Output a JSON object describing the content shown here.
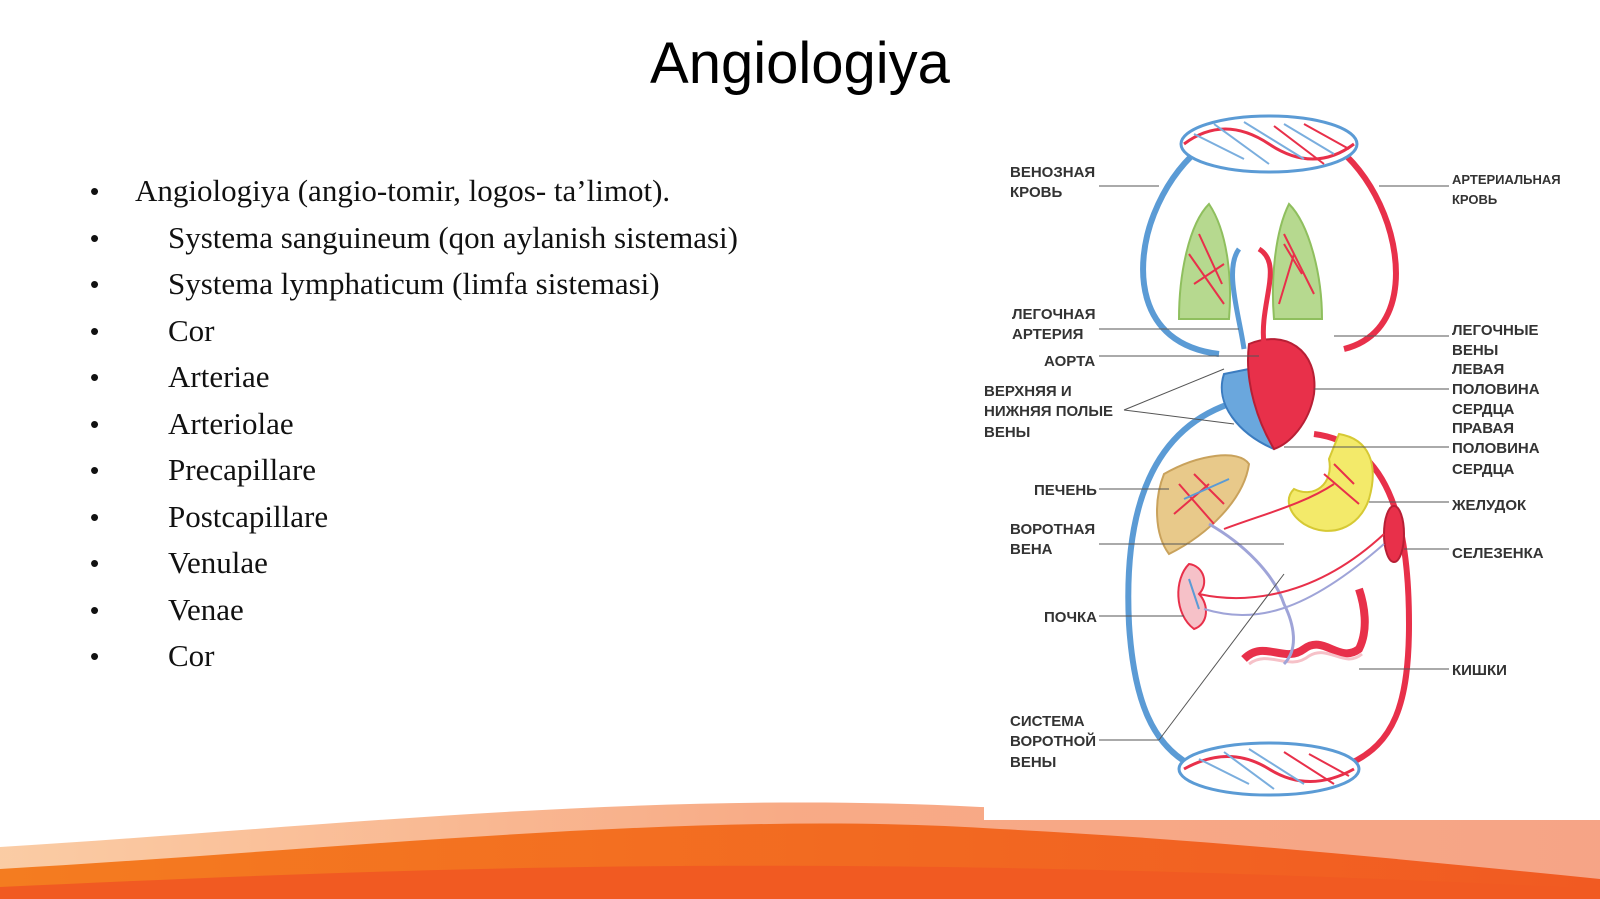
{
  "slide": {
    "title": "Angiologiya",
    "bullets": [
      "Angiologiya (angio-tomir, logos- ta’limot).",
      "Systema sanguineum (qon aylanish sistemasi)",
      "Systema lymphaticum (limfa sistemasi)",
      "Cor",
      "Arteriae",
      "Arteriolae",
      "Precapillare",
      "Postcapillare",
      "Venulae",
      "Venae",
      "Cor"
    ]
  },
  "diagram": {
    "labels": {
      "venous_blood": [
        "ВЕНОЗНАЯ",
        "КРОВЬ"
      ],
      "arterial_blood": [
        "АРТЕРИАЛЬНАЯ",
        "КРОВЬ"
      ],
      "pulmonary_artery": [
        "ЛЕГОЧНАЯ",
        "АРТЕРИЯ"
      ],
      "aorta": [
        "АОРТА"
      ],
      "venae_cavae": [
        "ВЕРХНЯЯ И",
        "НИЖНЯЯ ПОЛЫЕ",
        "ВЕНЫ"
      ],
      "pulmonary_veins": [
        "ЛЕГОЧНЫЕ",
        "ВЕНЫ"
      ],
      "left_heart": [
        "ЛЕВАЯ",
        "ПОЛОВИНА",
        "СЕРДЦА"
      ],
      "right_heart": [
        "ПРАВАЯ",
        "ПОЛОВИНА",
        "СЕРДЦА"
      ],
      "liver": [
        "ПЕЧЕНЬ"
      ],
      "portal_vein": [
        "ВОРОТНАЯ",
        "ВЕНА"
      ],
      "stomach": [
        "ЖЕЛУДОК"
      ],
      "spleen": [
        "СЕЛЕЗЕНКА"
      ],
      "kidney": [
        "ПОЧКА"
      ],
      "intestines": [
        "КИШКИ"
      ],
      "portal_system": [
        "СИСТЕМА",
        "ВОРОТНОЙ",
        "ВЕНЫ"
      ]
    },
    "colors": {
      "venous": "#5b9bd5",
      "arterial": "#e8304a",
      "lung": "#b6d98f",
      "liver": "#e8c98a",
      "stomach": "#f3ea6a"
    }
  },
  "footer": {
    "accent_colors": [
      "#f26522",
      "#f7941d"
    ]
  }
}
